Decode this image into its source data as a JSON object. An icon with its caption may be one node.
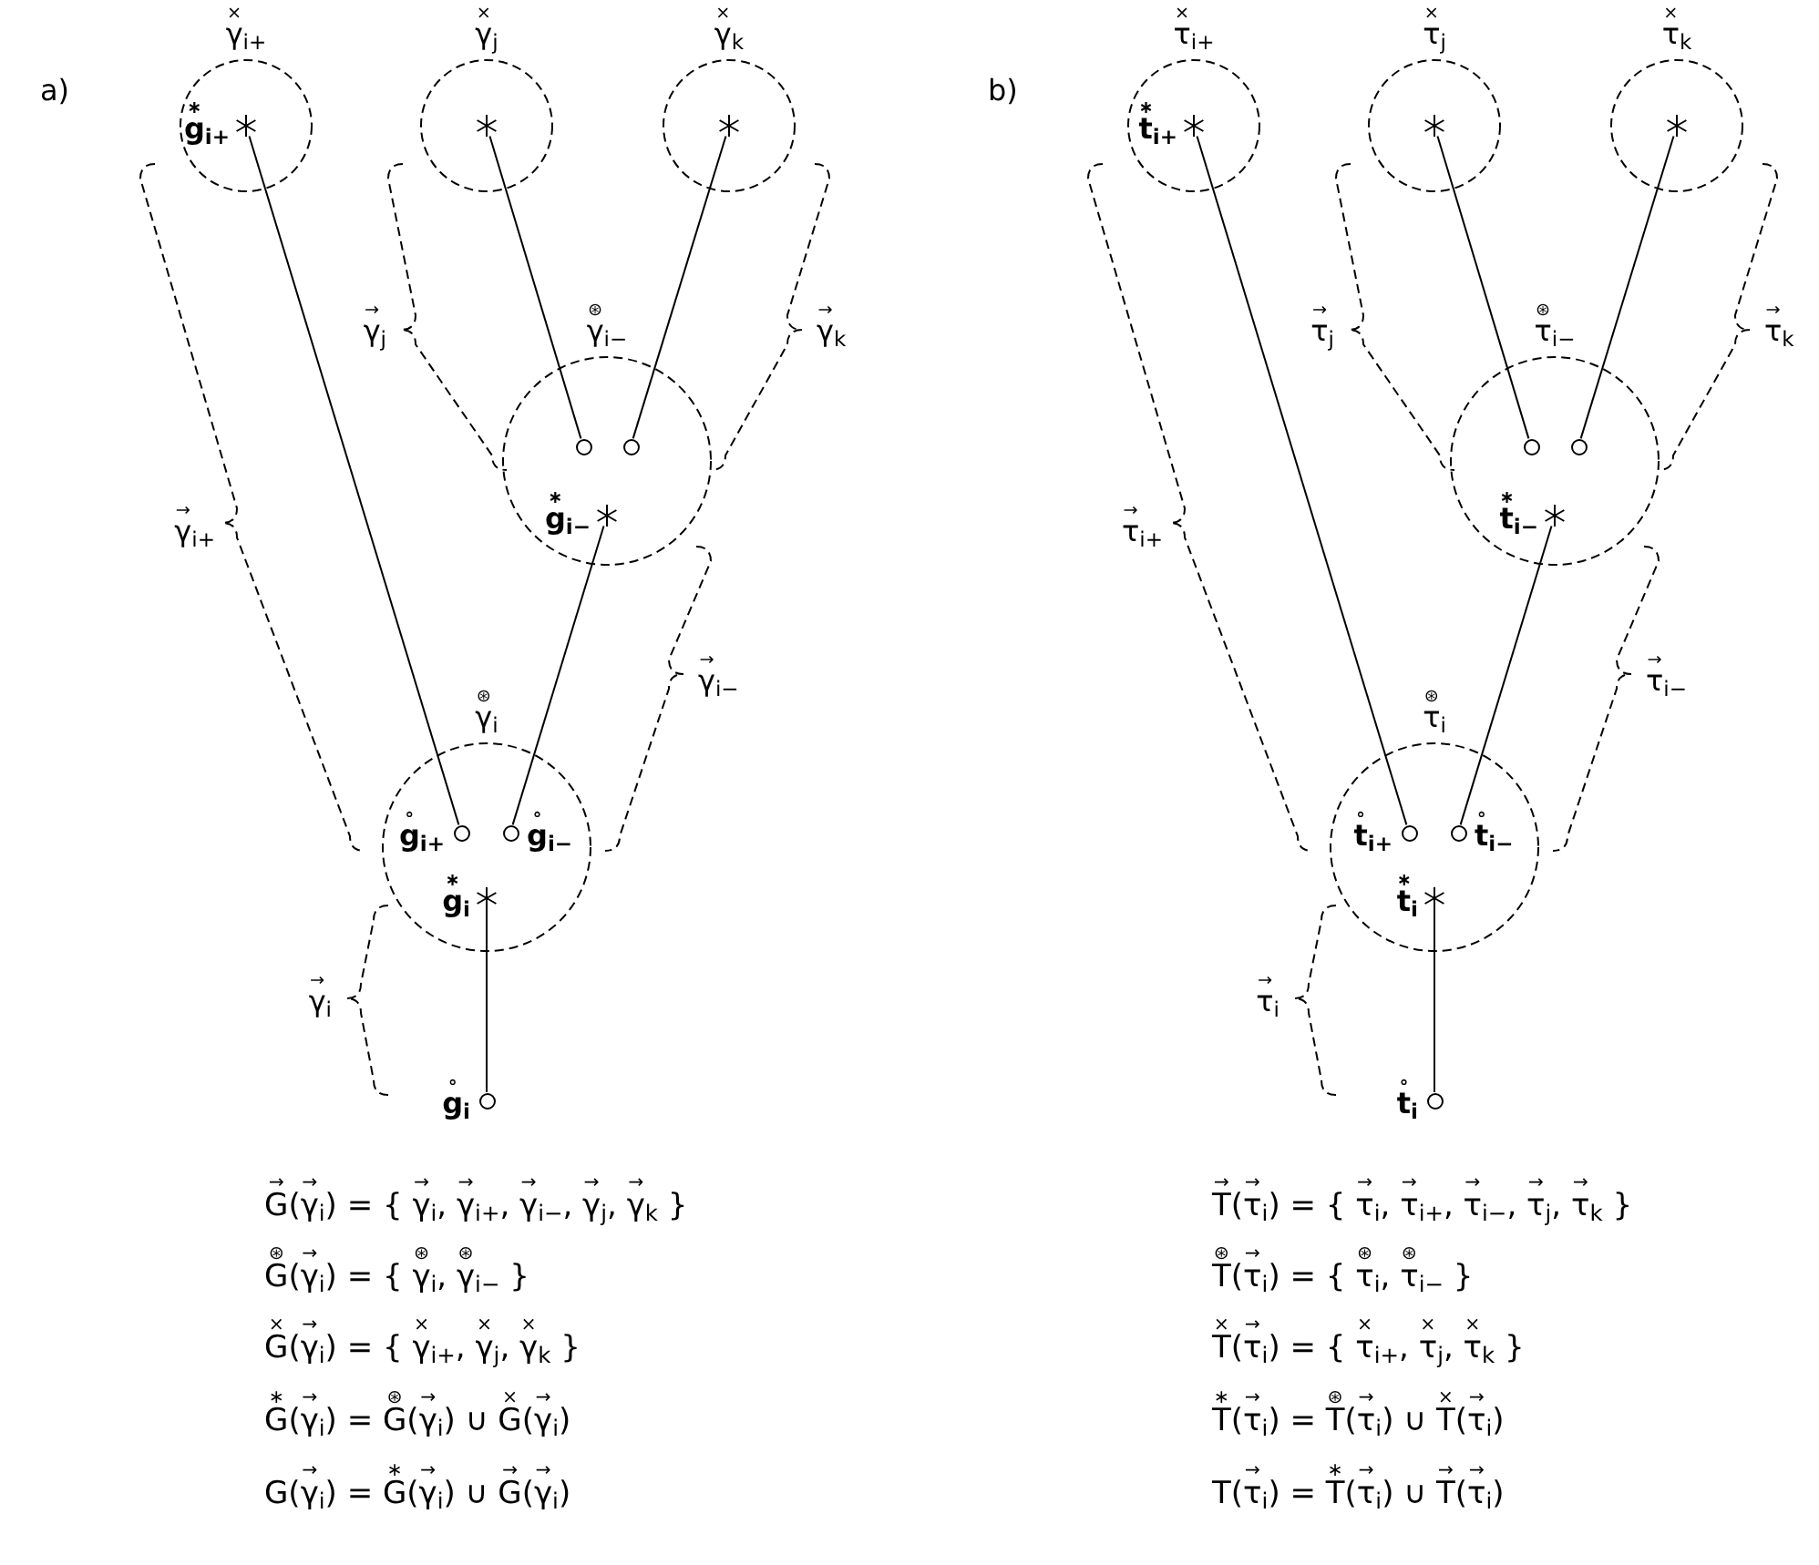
{
  "diagram": {
    "nodes": [
      {
        "text": [
          "×γ$_{i+}$"
        ]
      },
      {
        "text": [],
        "shape": "asterisk",
        "in": 0,
        "beside": [
          "∗g$_{i+}$"
        ]
      },
      {
        "text": [
          "×γ$_{j}$"
        ]
      },
      {
        "text": [],
        "shape": "asterisk",
        "in": 2
      },
      {
        "text": [
          "×γ$_{k}$"
        ]
      },
      {
        "text": [],
        "shape": "asterisk",
        "in": 4
      },
      {
        "text": [
          "⊛γ$_{i−}$"
        ]
      },
      {
        "text": [],
        "shape": "circle",
        "in": 6
      },
      {
        "text": [],
        "shape": "circle",
        "in": 6
      },
      {
        "text": [],
        "shape": "asterisk",
        "in": 6,
        "beside": [
          "∗g$_{i−}$"
        ]
      },
      {
        "text": [
          "⊛γ$_{i}$"
        ]
      },
      {
        "text": [],
        "shape": "circle",
        "in": 10,
        "beside": [
          "∘g$_{i+}$"
        ]
      },
      {
        "text": [],
        "shape": "circle",
        "in": 10,
        "beside": [
          "∘g$_{i−}$"
        ]
      },
      {
        "text": [],
        "shape": "asterisk",
        "in": 10,
        "beside": [
          "∗g$_{i}$"
        ]
      },
      {
        "text": [],
        "shape": "circle",
        "beside": [
          "∘g$_{i}$"
        ]
      },
      {
        "text": [
          "×τ$_{i+}$"
        ]
      },
      {
        "text": [],
        "shape": "asterisk",
        "in": 15,
        "beside": [
          "∗t$_{i+}$"
        ]
      },
      {
        "text": [
          "×τ$_{j}$"
        ]
      },
      {
        "text": [],
        "shape": "asterisk",
        "in": 17
      },
      {
        "text": [
          "×τ$_{k}$"
        ]
      },
      {
        "text": [],
        "shape": "asterisk",
        "in": 19
      },
      {
        "text": [
          "⊛τ$_{i−}$"
        ]
      },
      {
        "text": [],
        "shape": "circle",
        "in": 21
      },
      {
        "text": [],
        "shape": "circle",
        "in": 21
      },
      {
        "text": [],
        "shape": "asterisk",
        "in": 21,
        "beside": [
          "∗t$_{i−}$"
        ]
      },
      {
        "text": [
          "⊛τ$_{i}$"
        ]
      },
      {
        "text": [],
        "shape": "circle",
        "in": 25,
        "beside": [
          "∘t$_{i+}$"
        ]
      },
      {
        "text": [],
        "shape": "circle",
        "in": 25,
        "beside": [
          "∘t$_{i−}$"
        ]
      },
      {
        "text": [],
        "shape": "asterisk",
        "in": 25,
        "beside": [
          "∗t$_{i}$"
        ]
      },
      {
        "text": [],
        "shape": "circle",
        "beside": [
          "∘t$_{i}$"
        ]
      }
    ],
    "edges": [
      {
        "from": 3,
        "to": 7,
        "arrow": "none"
      },
      {
        "from": 5,
        "to": 8,
        "arrow": "none"
      },
      {
        "from": 1,
        "to": 11,
        "arrow": "none"
      },
      {
        "from": 9,
        "to": 12,
        "arrow": "none"
      },
      {
        "from": 13,
        "to": 14,
        "arrow": "none"
      },
      {
        "from": 18,
        "to": 22,
        "arrow": "none"
      },
      {
        "from": 20,
        "to": 23,
        "arrow": "none"
      },
      {
        "from": 16,
        "to": 26,
        "arrow": "none"
      },
      {
        "from": 24,
        "to": 27,
        "arrow": "none"
      },
      {
        "from": 28,
        "to": 29,
        "arrow": "none"
      }
    ],
    "labels": [
      "a)",
      "→γ$_{j}$",
      "→γ$_{k}$",
      "→γ$_{i+}$",
      "→γ$_{i−}$",
      "→γ$_{i}$",
      "→G(→γ$_{i}$) = { →γ$_{i}$, →γ$_{i+}$, →γ$_{i−}$, →γ$_{j}$, →γ$_{k}$ }",
      "⊛G(→γ$_{i}$) = { ⊛γ$_{i}$, ⊛γ$_{i−}$ }",
      "×G(→γ$_{i}$) = { ×γ$_{i+}$, ×γ$_{j}$, ×γ$_{k}$ }",
      "∗G(→γ$_{i}$) = ⊛G(→γ$_{i}$) ∪ ×G(→γ$_{i}$)",
      "G(→γ$_{i}$) = ∗G(→γ$_{i}$) ∪ →G(→γ$_{i}$)",
      "b)",
      "→τ$_{j}$",
      "→τ$_{k}$",
      "→τ$_{i+}$",
      "→τ$_{i−}$",
      "→τ$_{i}$",
      "→T(→τ$_{i}$) = { →τ$_{i}$, →τ$_{i+}$, →τ$_{i−}$, →τ$_{j}$, →τ$_{k}$ }",
      "⊛T(→τ$_{i}$) = { ⊛τ$_{i}$, ⊛τ$_{i−}$ }",
      "×T(→τ$_{i}$) = { ×τ$_{i+}$, ×τ$_{j}$, ×τ$_{k}$ }",
      "∗T(→τ$_{i}$) = ⊛T(→τ$_{i}$) ∪ ×T(→τ$_{i}$)",
      "T(→τ$_{i}$) = ∗T(→τ$_{i}$) ∪ →T(→τ$_{i}$)"
    ]
  }
}
